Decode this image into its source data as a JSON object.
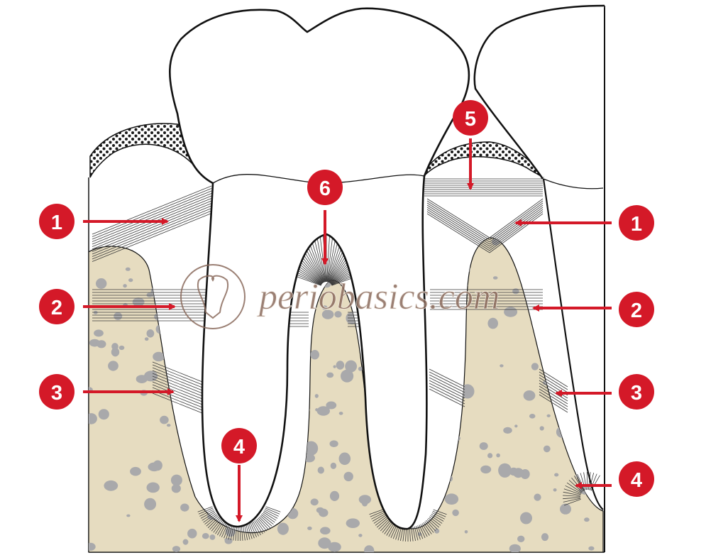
{
  "figure": {
    "subject": "Periodontal ligament principal fiber groups around a molar tooth",
    "colors": {
      "bone": "#e6dcc0",
      "bone_pores": "#a9a9ab",
      "outline": "#111111",
      "fiber": "#333333",
      "arrow": "#d41928",
      "badge": "#d41928",
      "badge_text": "#ffffff",
      "watermark": "#8a6a5c"
    }
  },
  "watermark": {
    "text": "periobasics.com",
    "logo_icon": "tooth-logo-icon"
  },
  "labels": {
    "left": [
      {
        "id": "left-1",
        "number": "1"
      },
      {
        "id": "left-2",
        "number": "2"
      },
      {
        "id": "left-3",
        "number": "3"
      },
      {
        "id": "center-4",
        "number": "4"
      },
      {
        "id": "center-6",
        "number": "6"
      }
    ],
    "right": [
      {
        "id": "right-5",
        "number": "5"
      },
      {
        "id": "right-1",
        "number": "1"
      },
      {
        "id": "right-2",
        "number": "2"
      },
      {
        "id": "right-3",
        "number": "3"
      },
      {
        "id": "right-4",
        "number": "4"
      }
    ]
  }
}
